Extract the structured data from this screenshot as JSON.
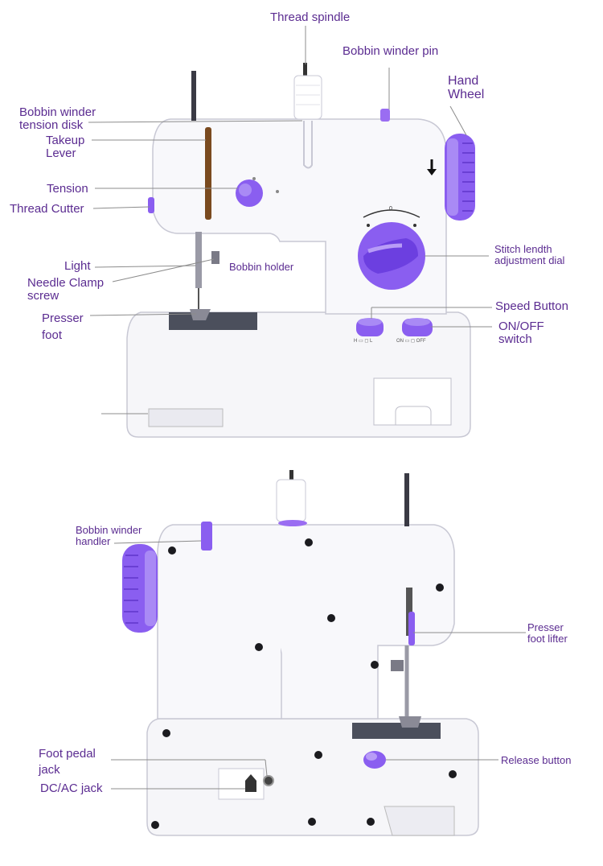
{
  "colors": {
    "label": "#5b2c91",
    "accent_purple": "#8a5ef0",
    "body_white": "#f8f8fb",
    "outline": "#c9c9d6",
    "leader": "#888888"
  },
  "top_view": {
    "labels": {
      "thread_spindle": "Thread spindle",
      "bobbin_winder_pin": "Bobbin winder pin",
      "hand_wheel": "Hand\nWheel",
      "bobbin_winder_tension_disk": "Bobbin winder\ntension disk",
      "takeup_lever": "Takeup\nLever",
      "tension": "Tension",
      "thread_cutter": "Thread Cutter",
      "light": "Light",
      "needle_clamp_screw": "Needle Clamp\nscrew",
      "bobbin_holder": "Bobbin holder",
      "presser_foot": "Presser\nfoot",
      "stitch_length_dial": "Stitch lendth\nadjustment dial",
      "speed_button": "Speed Button",
      "on_off_switch": "ON/OFF\nswitch"
    },
    "panel_text": {
      "speed_marks": "H ▭ ◻ L",
      "power_marks": "ON ▭ ◻ OFF",
      "dial_mark": "0"
    }
  },
  "back_view": {
    "labels": {
      "bobbin_winder_handler": "Bobbin winder\nhandler",
      "presser_foot_lifter": "Presser\nfoot lifter",
      "foot_pedal_jack": "Foot pedal\njack",
      "dc_ac_jack": "DC/AC jack",
      "release_button": "Release button"
    }
  }
}
